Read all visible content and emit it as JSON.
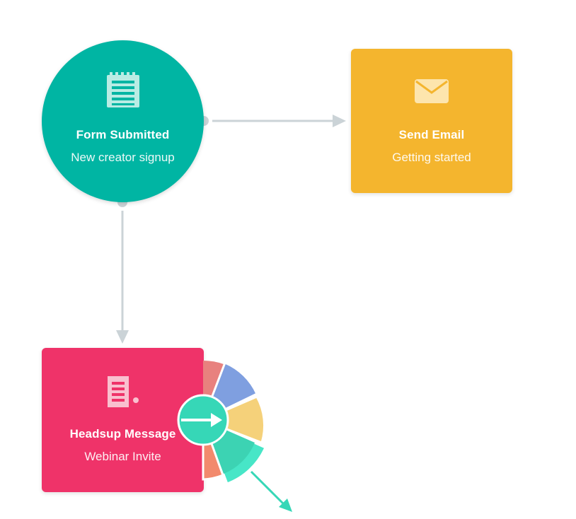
{
  "colors": {
    "trigger": "#00b5a3",
    "email": "#f4b52e",
    "message": "#ef3369",
    "connector": "#cbd3d7",
    "menu_center": "#36d7b7",
    "menu_red": "#e8817e",
    "menu_blue": "#7f9fe0",
    "menu_yellow": "#f5d17a",
    "menu_teal": "#47e6c7",
    "menu_orange": "#f28a6d",
    "drag_arrow": "#36d7b7"
  },
  "nodes": {
    "trigger": {
      "title": "Form Submitted",
      "subtitle": "New creator signup",
      "icon": "form-list-icon"
    },
    "email": {
      "title": "Send Email",
      "subtitle": "Getting started",
      "icon": "envelope-icon"
    },
    "message": {
      "title": "Headsup Message",
      "subtitle": "Webinar Invite",
      "icon": "document-icon"
    }
  },
  "radial_menu": {
    "center_icon": "arrow-right-icon",
    "segments": [
      "red",
      "blue",
      "yellow",
      "teal",
      "orange"
    ],
    "active_segment": "teal"
  }
}
